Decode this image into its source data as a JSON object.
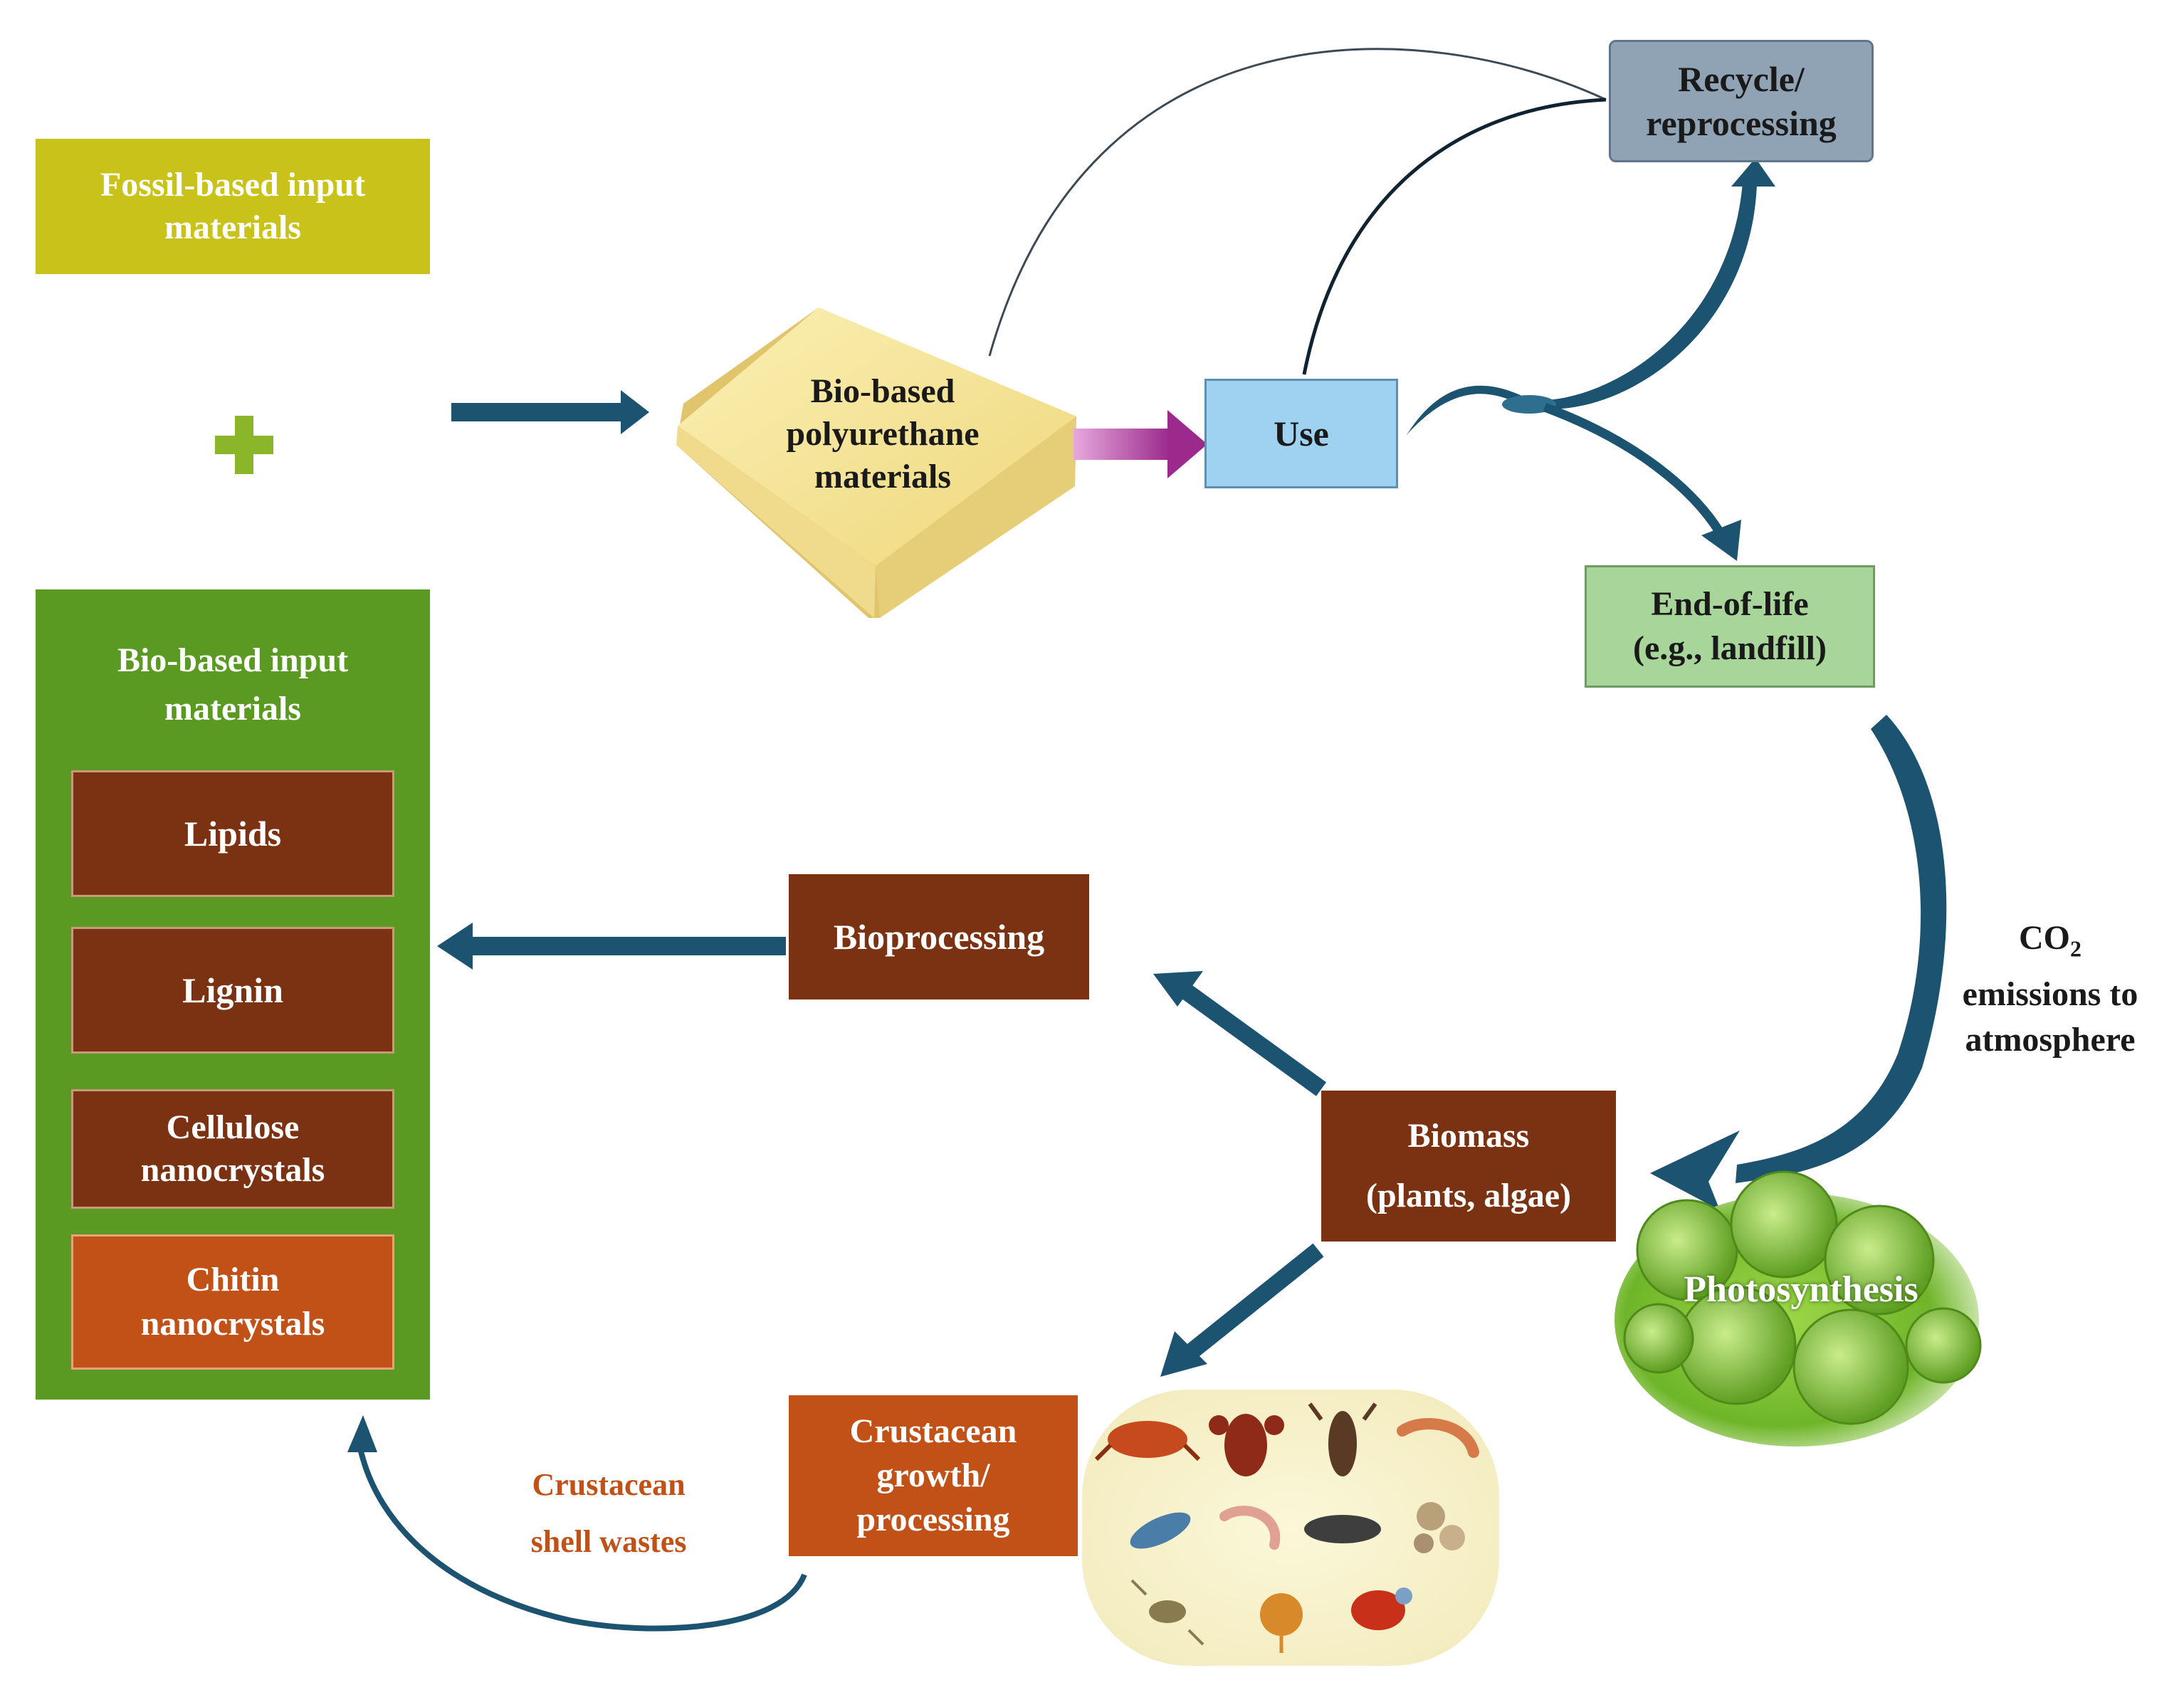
{
  "nodes": {
    "fossil": "Fossil-based input materials",
    "biobased_pu": [
      "Bio-based",
      "polyurethane",
      "materials"
    ],
    "use": "Use",
    "recycle": [
      "Recycle/",
      "reprocessing"
    ],
    "end_of_life": [
      "End-of-life",
      "(e.g., landfill)"
    ],
    "bio_input_title": [
      "Bio-based input",
      "materials"
    ],
    "lipids": "Lipids",
    "lignin": "Lignin",
    "cellulose": [
      "Cellulose",
      "nanocrystals"
    ],
    "chitin": [
      "Chitin",
      "nanocrystals"
    ],
    "bioprocessing": "Bioprocessing",
    "biomass": [
      "Biomass",
      "(plants, algae)"
    ],
    "crustacean": [
      "Crustacean",
      "growth/",
      "processing"
    ],
    "photosynthesis": "Photosynthesis"
  },
  "labels": {
    "co2_main": "CO",
    "co2_sub": "2",
    "co2_rest": [
      "emissions to",
      "atmosphere"
    ],
    "shell_wastes": [
      "Crustacean",
      "shell wastes"
    ],
    "plus": "+"
  },
  "colors": {
    "fossil": "#c9c21a",
    "plus": "#8bb62a",
    "green_panel": "#5a9a22",
    "brown": "#7a3212",
    "orange": "#c25118",
    "arrow_teal": "#1c5370",
    "arrow_magenta": "#9b2a8c",
    "use_blue": "#9fd1f1",
    "recycle_gray": "#8fa3b5",
    "eol_green": "#a7d59a",
    "sponge": "#f4e39a"
  }
}
